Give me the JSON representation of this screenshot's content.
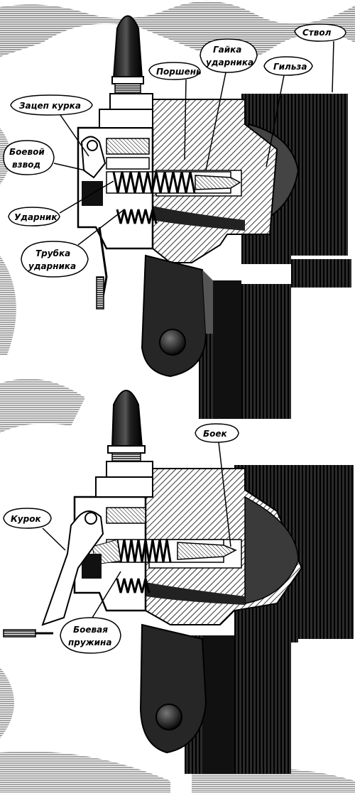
{
  "figure_top": {
    "labels": {
      "stvol": "Ствол",
      "porshen": "Поршень",
      "gayka_1": "Гайка",
      "gayka_2": "ударника",
      "gilza": "Гильза",
      "zatsep": "Зацеп курка",
      "vzvod_1": "Боевой",
      "vzvod_2": "взвод",
      "udarnik": "Ударник",
      "trubka_1": "Трубка",
      "trubka_2": "ударника"
    }
  },
  "figure_bottom": {
    "labels": {
      "boek": "Боек",
      "kurok": "Курок",
      "pruzhina_1": "Боевая",
      "pruzhina_2": "пружина"
    }
  },
  "colors": {
    "ink": "#000000",
    "paper": "#ffffff",
    "dark_metal": "#1e1e1e",
    "mid_metal": "#3a3a3a"
  }
}
